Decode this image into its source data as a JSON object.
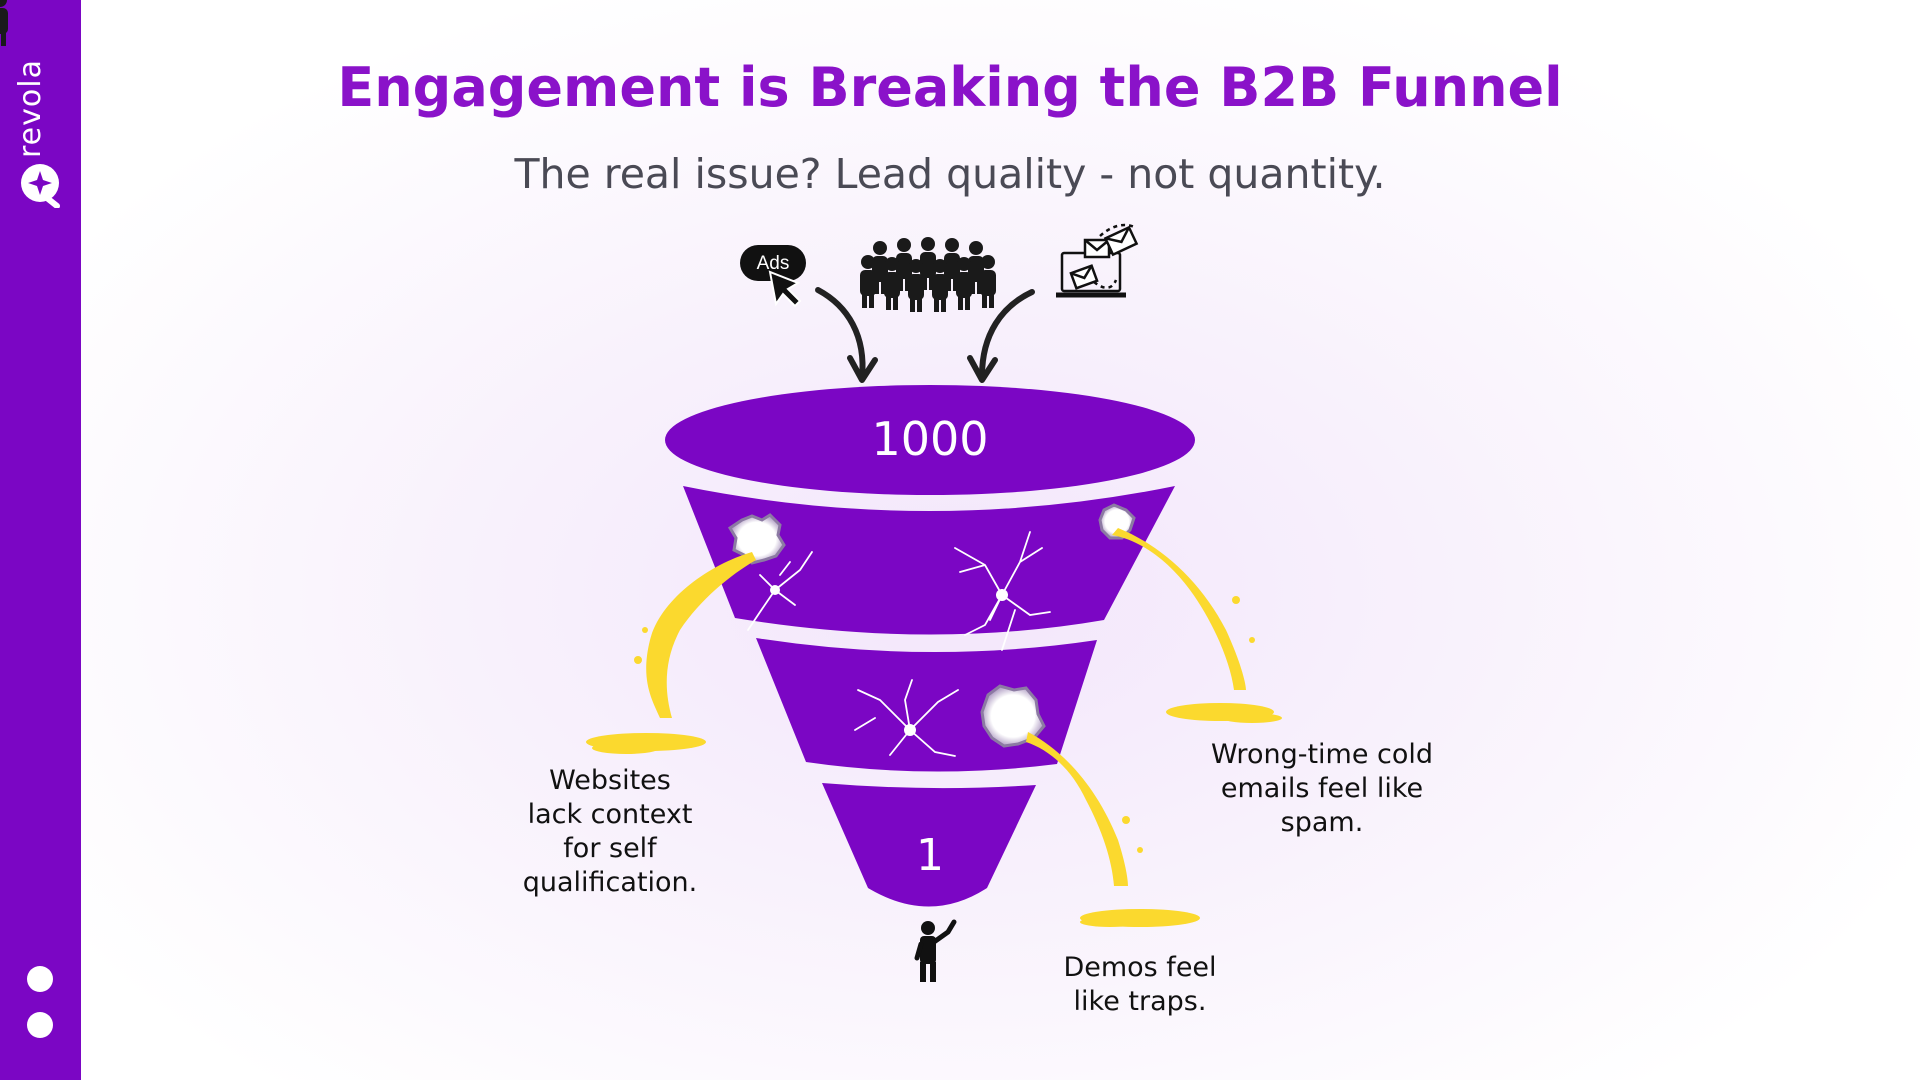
{
  "brand": {
    "name": "revola",
    "icon": "sparkle-pin-logo"
  },
  "header": {
    "title": "Engagement is Breaking the B2B Funnel",
    "subtitle": "The real issue? Lead quality - not quantity."
  },
  "sources": [
    {
      "label": "Ads",
      "icon": "ads-click-icon"
    },
    {
      "label": "",
      "icon": "crowd-icon"
    },
    {
      "label": "",
      "icon": "laptop-email-icon"
    }
  ],
  "funnel": {
    "top_value": "1000",
    "bottom_value": "1",
    "person_icon": "person-pointing-icon"
  },
  "leaks": [
    {
      "caption": [
        "Websites",
        "lack context",
        "for self",
        "qualification."
      ]
    },
    {
      "caption": [
        "Wrong-time cold",
        "emails feel like",
        "spam."
      ]
    },
    {
      "caption": [
        "Demos feel",
        "like traps."
      ]
    }
  ],
  "colors": {
    "brand": "#7b06c4",
    "funnel": "#7b06c4",
    "title": "#8a12c9",
    "leak": "#fbd92e"
  }
}
